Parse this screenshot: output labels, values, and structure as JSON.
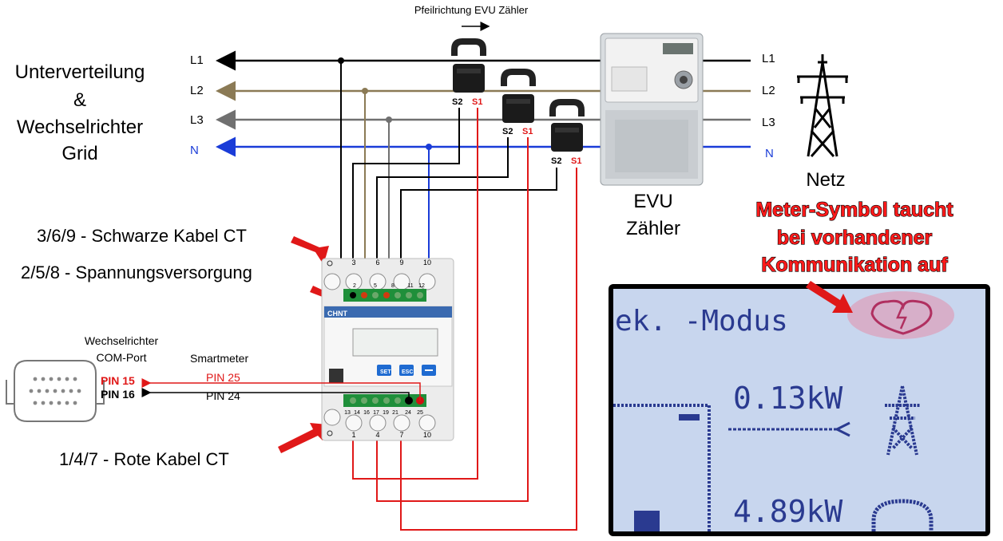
{
  "title_arrow": "Pfeilrichtung EVU Zähler",
  "left_block": {
    "line1": "Unterverteilung",
    "line2": "&",
    "line3": "Wechselrichter",
    "line4": "Grid"
  },
  "phases_left": [
    "L1",
    "L2",
    "L3",
    "N"
  ],
  "phases_right": [
    "L1",
    "L2",
    "L3",
    "N"
  ],
  "ct_labels": {
    "s2": "S2",
    "s1": "S1"
  },
  "evu": {
    "line1": "EVU",
    "line2": "Zähler"
  },
  "netz": "Netz",
  "callout": {
    "line1": "Meter-Symbol taucht",
    "line2": "bei vorhandener",
    "line3": "Kommunikation auf"
  },
  "annotations": {
    "black_ct": "3/6/9 - Schwarze Kabel CT",
    "supply": "2/5/8 - Spannungsversorgung",
    "red_ct": "1/4/7 - Rote Kabel CT"
  },
  "inverter": {
    "line1": "Wechselrichter",
    "line2": "COM-Port",
    "pin15": "PIN 15",
    "pin16": "PIN 16"
  },
  "smartmeter": {
    "title": "Smartmeter",
    "pin25": "PIN 25",
    "pin24": "PIN 24",
    "brand": "CHNT"
  },
  "meter_terminals_top": [
    "3",
    "6",
    "9",
    "10"
  ],
  "meter_terminals_top_small": [
    "2",
    "5",
    "8",
    "11",
    "12"
  ],
  "meter_terminals_bottom_small": [
    "13",
    "14",
    "16",
    "17",
    "19",
    "21",
    "24",
    "25"
  ],
  "meter_terminals_bottom": [
    "1",
    "4",
    "7",
    "10"
  ],
  "meter_buttons": [
    "SET",
    "ESC"
  ],
  "display": {
    "mode": "ek. -Modus",
    "value1": "0.13kW",
    "value2": "4.89kW"
  },
  "colors": {
    "l1": "#000000",
    "l2": "#8b7a55",
    "l3": "#707070",
    "n": "#1a3cd8",
    "red": "#e01818",
    "lcd_bg": "#c8d6ee",
    "lcd_text": "#2a3a90"
  }
}
